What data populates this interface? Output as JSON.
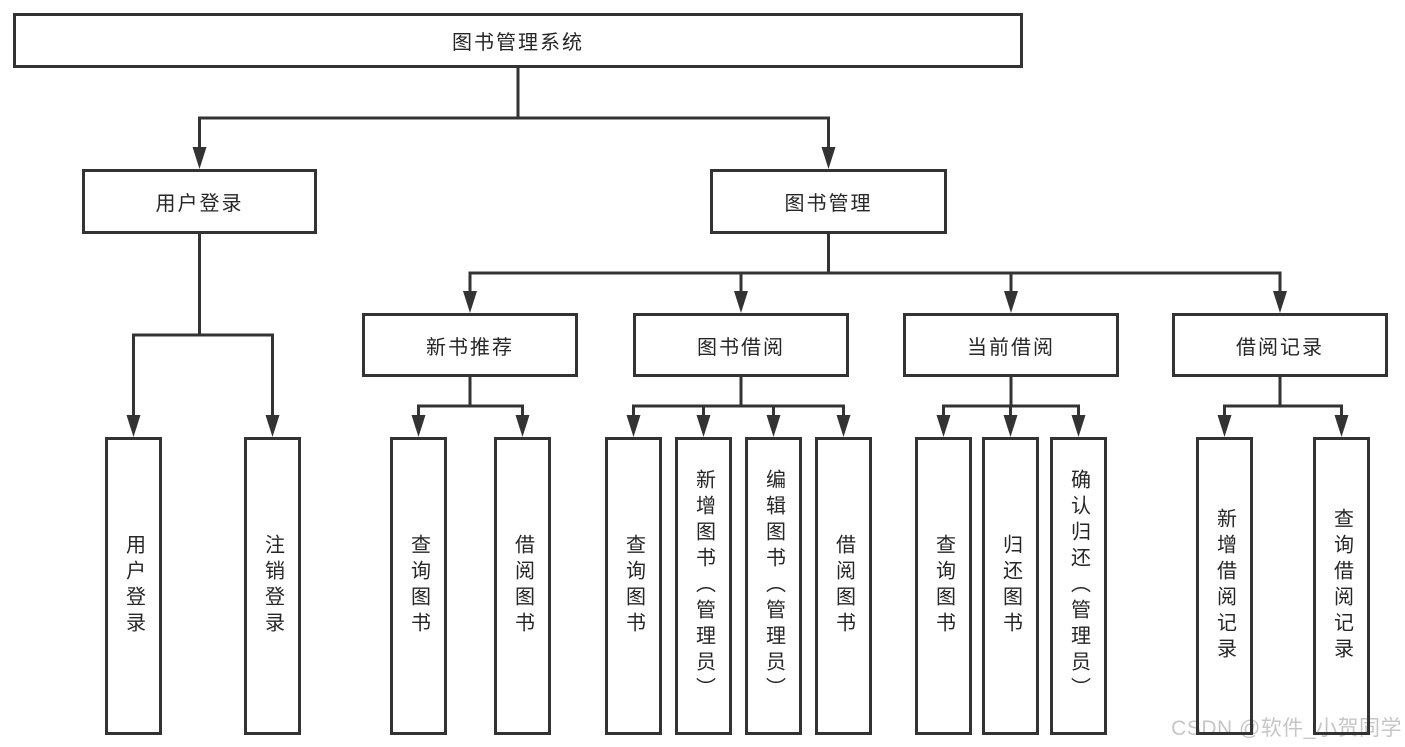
{
  "colors": {
    "line": "#333333",
    "box_border": "#333333",
    "text": "#262626",
    "watermark": "#c6c6c6",
    "background": "#ffffff"
  },
  "tree": {
    "root": {
      "label": "图书管理系统"
    },
    "branches": [
      {
        "label": "用户登录",
        "children": [
          "用户登录",
          "注销登录"
        ]
      },
      {
        "label": "图书管理",
        "sections": [
          {
            "label": "新书推荐",
            "children": [
              "查询图书",
              "借阅图书"
            ]
          },
          {
            "label": "图书借阅",
            "children": [
              "查询图书",
              "新增图书（管理员）",
              "编辑图书（管理员）",
              "借阅图书"
            ]
          },
          {
            "label": "当前借阅",
            "children": [
              "查询图书",
              "归还图书",
              "确认归还（管理员）"
            ]
          },
          {
            "label": "借阅记录",
            "children": [
              "新增借阅记录",
              "查询借阅记录"
            ]
          }
        ]
      }
    ]
  },
  "watermark": {
    "text": "CSDN @软件_小贺同学"
  }
}
